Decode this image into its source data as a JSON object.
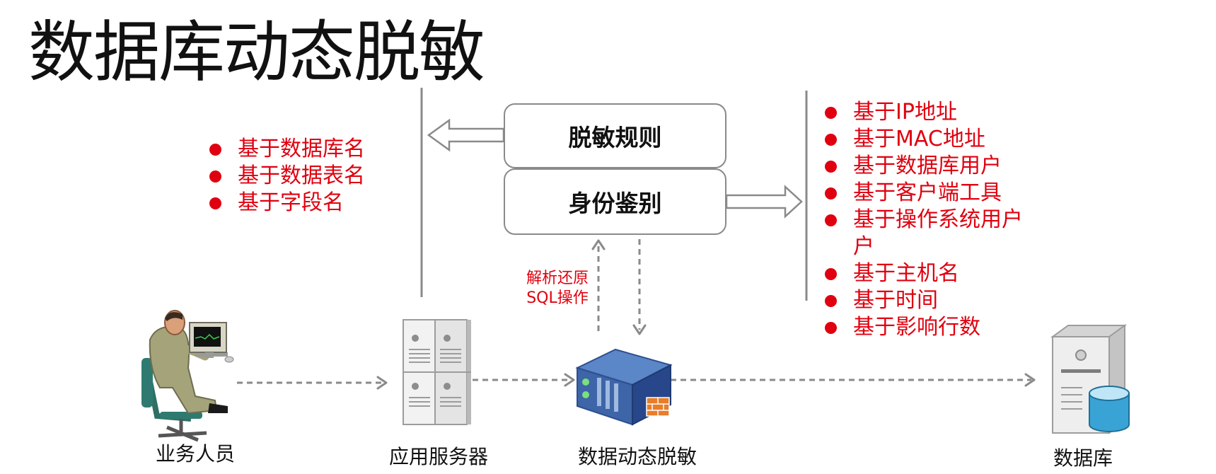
{
  "title": "数据库动态脱敏",
  "boxes": {
    "masking_rules": "脱敏规则",
    "identity_auth": "身份鉴别"
  },
  "left_list": [
    "基于数据库名",
    "基于数据表名",
    "基于字段名"
  ],
  "right_list": [
    "基于IP地址",
    "基于MAC地址",
    "基于数据库用户",
    "基于客户端工具",
    "基于操作系统用户",
    "户",
    "基于主机名",
    "基于时间",
    "基于影响行数"
  ],
  "parse_note": [
    "解析还原",
    "SQL操作"
  ],
  "nodes": {
    "staff": "业务人员",
    "app_server": "应用服务器",
    "dynamic_masking": "数据动态脱敏",
    "database": "数据库"
  },
  "colors": {
    "accent_red": "#e0000f",
    "arrow_gray": "#8a8a8a"
  },
  "icons": [
    "user-at-computer-icon",
    "app-server-icon",
    "masking-appliance-icon",
    "database-server-icon"
  ]
}
